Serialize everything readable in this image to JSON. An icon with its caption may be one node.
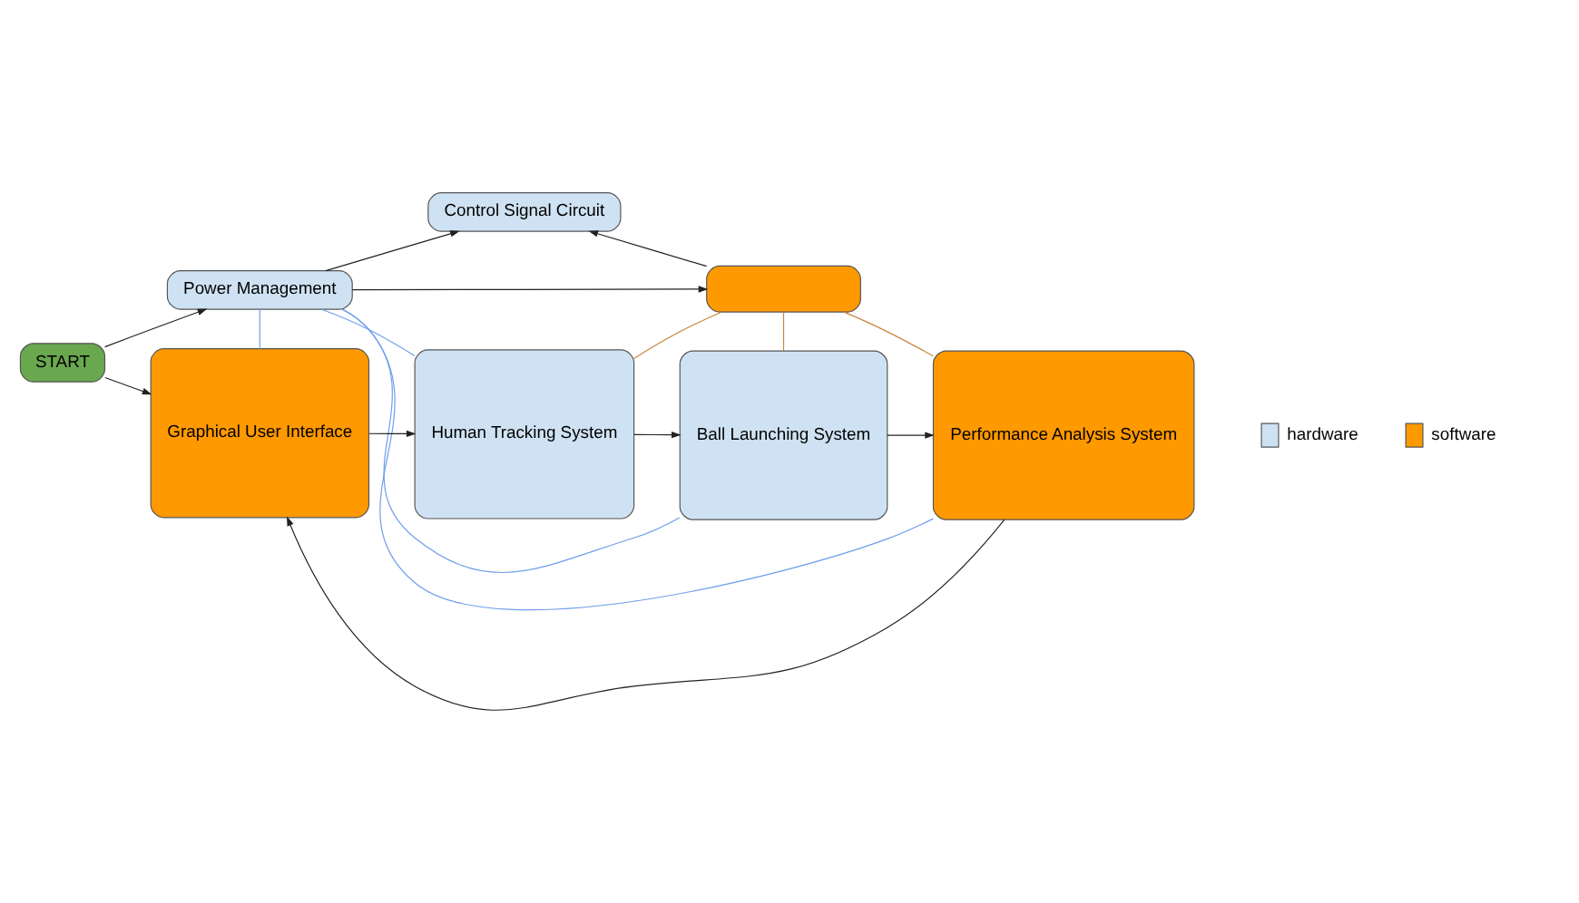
{
  "diagram": {
    "nodes": [
      {
        "text": [
          "Power Management"
        ]
      },
      {
        "text": [
          "Control Signal Circuit"
        ]
      },
      {
        "text": [],
        "shape": "box"
      },
      {
        "text": [
          "START"
        ]
      },
      {
        "text": [
          "Graphical User Interface"
        ]
      },
      {
        "text": [
          "Human Tracking System"
        ]
      },
      {
        "text": [
          "Ball Launching System"
        ]
      },
      {
        "text": [
          "Performance Analysis System"
        ]
      }
    ],
    "edges": [
      {
        "from": 3,
        "to": 0,
        "arrow": "to"
      },
      {
        "from": 0,
        "to": 1,
        "arrow": "to"
      },
      {
        "from": 0,
        "to": 2,
        "arrow": "to"
      },
      {
        "from": 2,
        "to": 1,
        "arrow": "to"
      },
      {
        "from": 3,
        "to": 4,
        "arrow": "to"
      },
      {
        "from": 4,
        "to": 5,
        "arrow": "to"
      },
      {
        "from": 5,
        "to": 6,
        "arrow": "to"
      },
      {
        "from": 6,
        "to": 7,
        "arrow": "to"
      },
      {
        "from": 7,
        "to": 4,
        "arrow": "to"
      },
      {
        "from": 0,
        "to": 4,
        "arrow": "none",
        "color": "#6d9eeb"
      },
      {
        "from": 0,
        "to": 5,
        "arrow": "none",
        "color": "#6d9eeb"
      },
      {
        "from": 0,
        "to": 6,
        "arrow": "none",
        "color": "#6d9eeb"
      },
      {
        "from": 0,
        "to": 7,
        "arrow": "none",
        "color": "#6d9eeb"
      },
      {
        "from": 2,
        "to": 5,
        "arrow": "none",
        "color": "#c9843b"
      },
      {
        "from": 2,
        "to": 6,
        "arrow": "none",
        "color": "#c9843b"
      },
      {
        "from": 2,
        "to": 7,
        "arrow": "none",
        "color": "#c9843b"
      }
    ],
    "legend": [
      {
        "text": "hardware",
        "color": "#cfe2f3"
      },
      {
        "text": "software",
        "color": "#ff9900"
      }
    ]
  }
}
